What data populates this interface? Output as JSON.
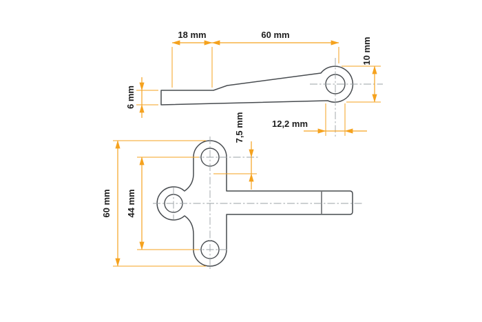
{
  "drawing": {
    "type": "technical-drawing",
    "description": "Dimensioned two-view orthographic drawing of a latch bracket",
    "colors": {
      "dimension_lines": "#F5A21E",
      "part_outline": "#474B4F",
      "centerlines": "#9AA0A5",
      "dimension_text": "#1E1E1E",
      "background": "#FFFFFF"
    },
    "side_view": {
      "dims": {
        "width_left": "18 mm",
        "width_right": "60 mm",
        "height_right": "10 mm",
        "thickness": "6 mm",
        "hole_diameter": "12,2 mm"
      }
    },
    "front_view": {
      "dims": {
        "hole_edge_offset": "7,5 mm",
        "hole_spacing": "44 mm",
        "plate_height": "60 mm"
      }
    }
  }
}
